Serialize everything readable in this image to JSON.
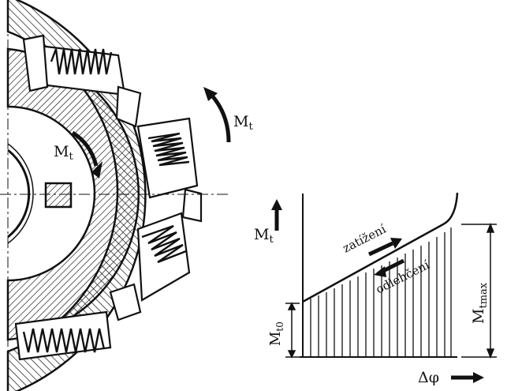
{
  "labels": {
    "torque_ring": "M",
    "torque_ring_sub": "t",
    "torque_hub": "M",
    "torque_hub_sub": "t",
    "graph_y": "M",
    "graph_y_sub": "t",
    "loading": "zatížení",
    "unloading": "odlehčení",
    "m_t0": "M",
    "m_t0_sub": "t0",
    "m_tmax": "M",
    "m_tmax_sub": "tmax",
    "graph_x": "Δφ"
  },
  "colors": {
    "ink": "#111111",
    "background": "#ffffff"
  }
}
